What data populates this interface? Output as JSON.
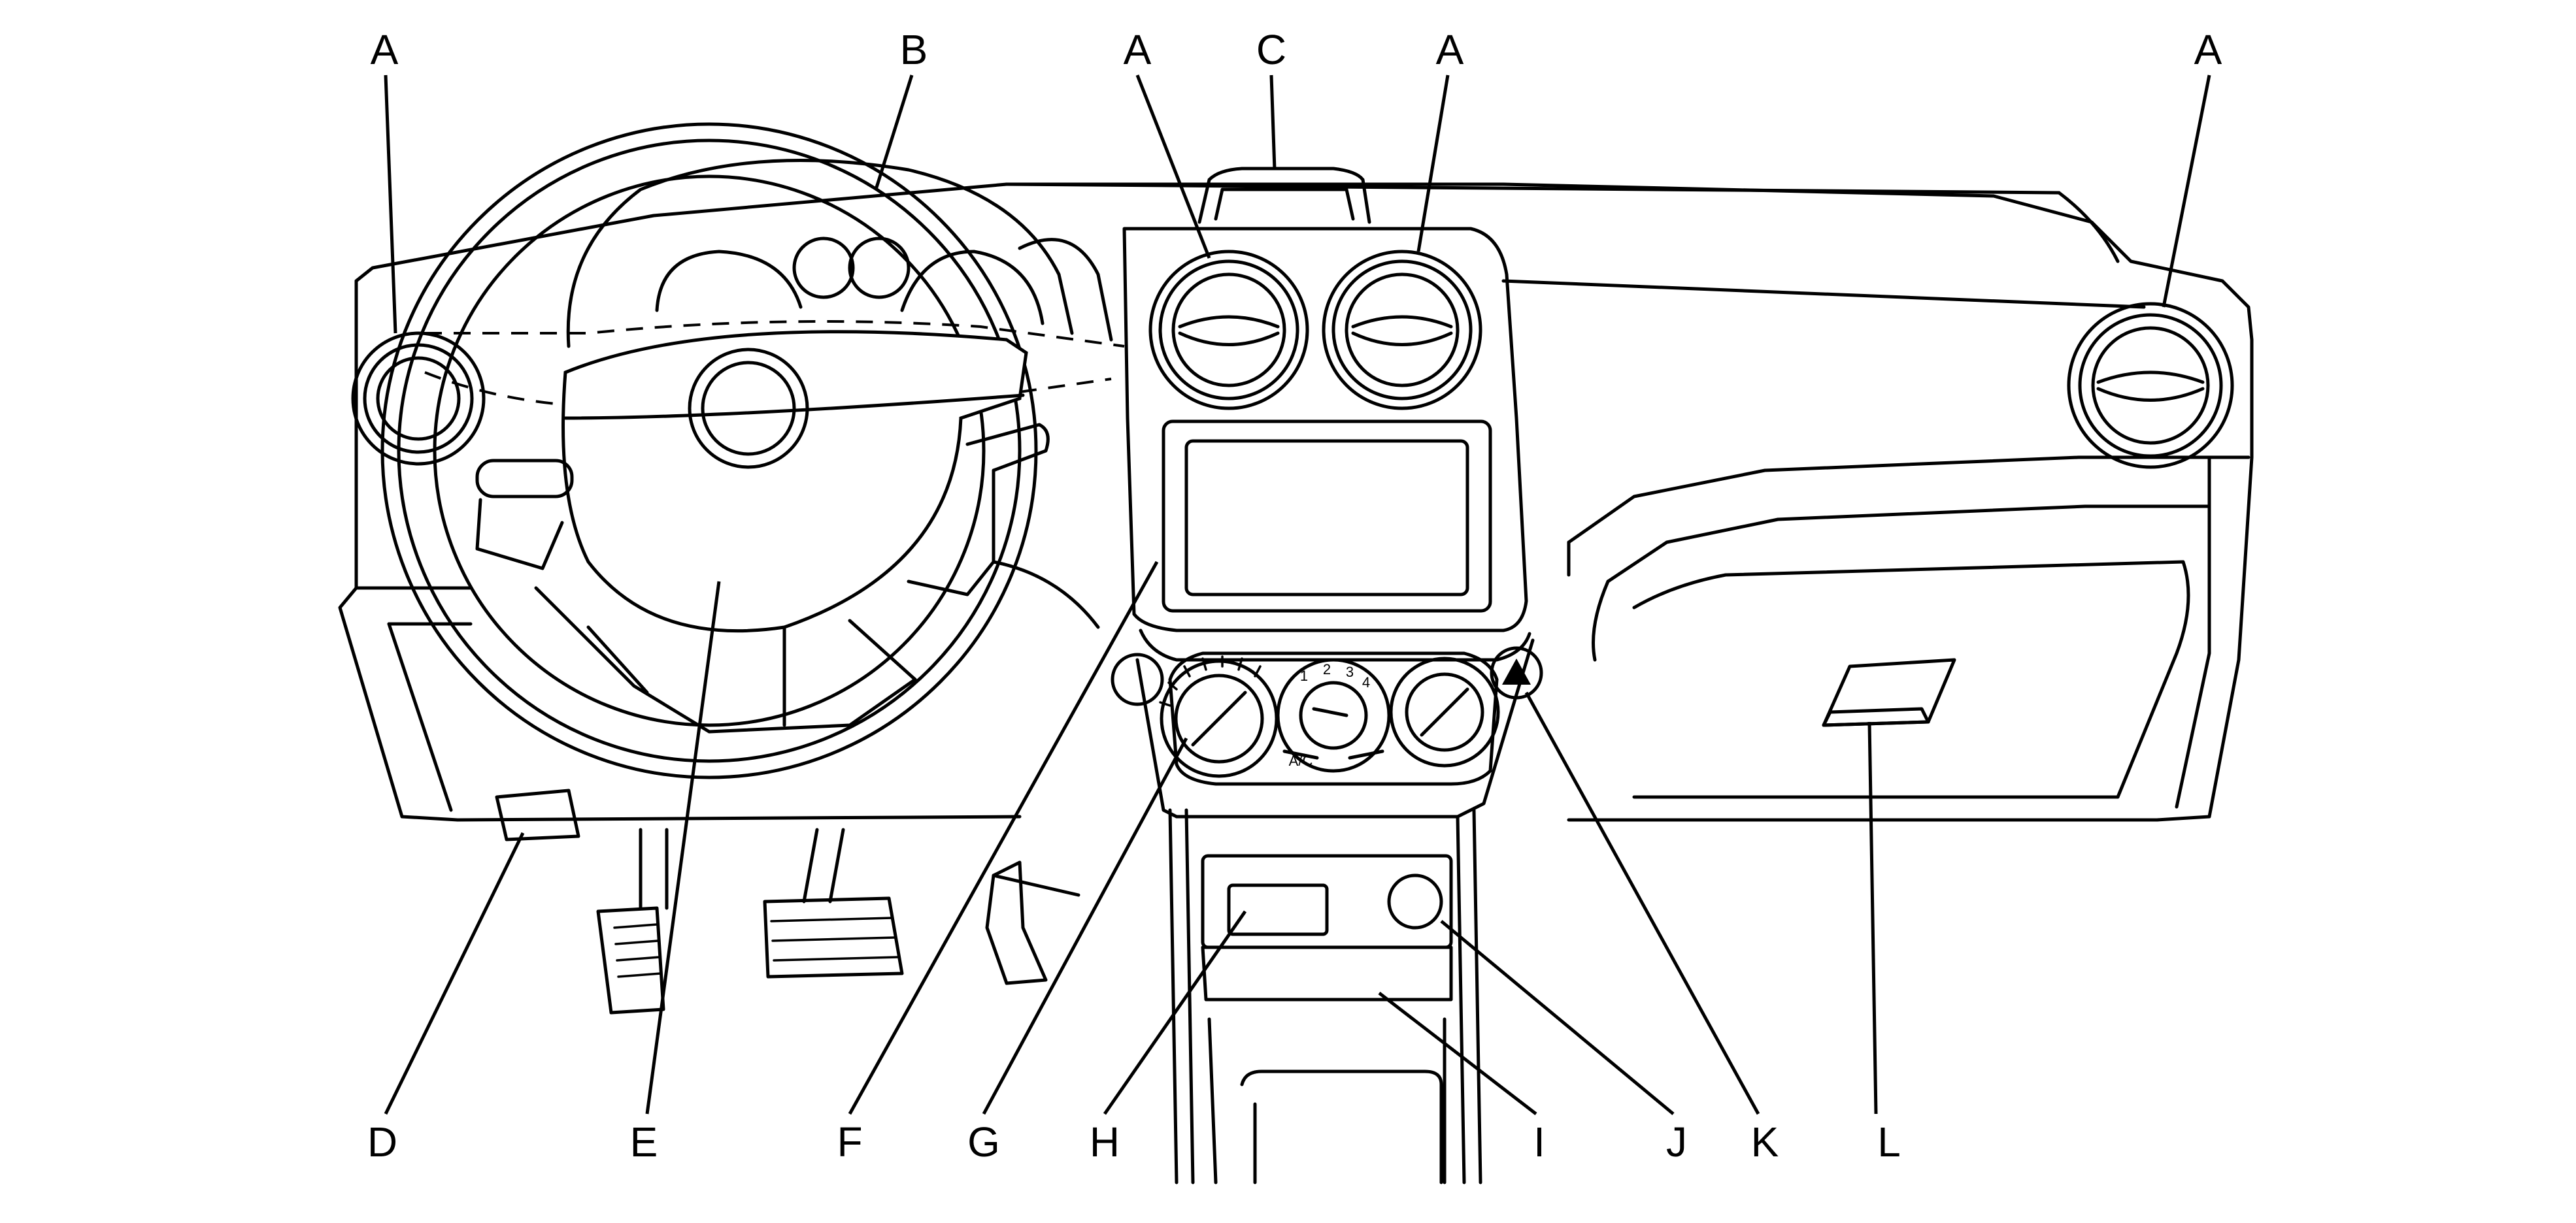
{
  "callouts": {
    "A1": "A",
    "B": "B",
    "A2": "A",
    "C": "C",
    "A3": "A",
    "A4": "A",
    "D": "D",
    "E": "E",
    "F": "F",
    "G": "G",
    "H": "H",
    "I": "I",
    "J": "J",
    "K": "K",
    "L": "L"
  },
  "fan_dial": {
    "speeds": [
      "1",
      "2",
      "3",
      "4"
    ],
    "ac_label": "A/C"
  }
}
